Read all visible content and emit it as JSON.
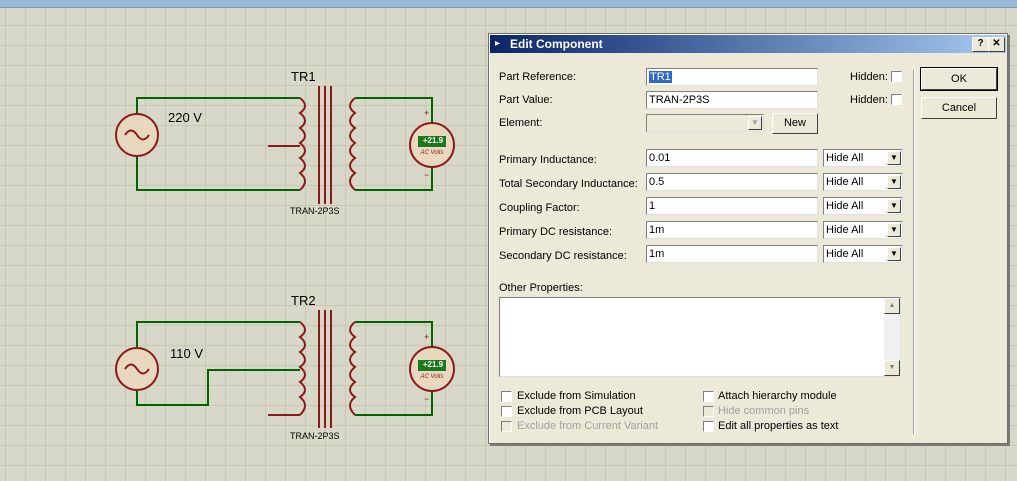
{
  "schematic": {
    "circuits": [
      {
        "ref": "TR1",
        "source_label": "220 V",
        "part": "TRAN-2P3S",
        "meter_value": "+21.9",
        "meter_unit": "AC Volts"
      },
      {
        "ref": "TR2",
        "source_label": "110 V",
        "part": "TRAN-2P3S",
        "meter_value": "+21.9",
        "meter_unit": "AC Volts"
      }
    ],
    "plus": "+",
    "minus": "−"
  },
  "dialog": {
    "title": "Edit Component",
    "help_label": "?",
    "close_label": "✕",
    "part_reference": {
      "label": "Part Reference:",
      "value": "TR1",
      "hidden_label": "Hidden:"
    },
    "part_value": {
      "label": "Part Value:",
      "value": "TRAN-2P3S",
      "hidden_label": "Hidden:"
    },
    "element": {
      "label": "Element:",
      "value": "",
      "new_label": "New"
    },
    "properties": [
      {
        "label": "Primary Inductance:",
        "value": "0.01",
        "visibility": "Hide All"
      },
      {
        "label": "Total Secondary Inductance:",
        "value": "0.5",
        "visibility": "Hide All"
      },
      {
        "label": "Coupling Factor:",
        "value": "1",
        "visibility": "Hide All"
      },
      {
        "label": "Primary DC resistance:",
        "value": "1m",
        "visibility": "Hide All"
      },
      {
        "label": "Secondary DC resistance:",
        "value": "1m",
        "visibility": "Hide All"
      }
    ],
    "other_properties_label": "Other Properties:",
    "other_properties_value": "",
    "checkboxes_left": [
      {
        "label": "Exclude from Simulation",
        "enabled": true,
        "checked": false
      },
      {
        "label": "Exclude from PCB Layout",
        "enabled": true,
        "checked": false
      },
      {
        "label": "Exclude from Current Variant",
        "enabled": false,
        "checked": false
      }
    ],
    "checkboxes_right": [
      {
        "label": "Attach hierarchy module",
        "enabled": true,
        "checked": false
      },
      {
        "label": "Hide common pins",
        "enabled": false,
        "checked": false
      },
      {
        "label": "Edit all properties as text",
        "enabled": true,
        "checked": false
      }
    ],
    "ok_label": "OK",
    "cancel_label": "Cancel"
  },
  "colors": {
    "wire": "#006400",
    "component": "#8b1a1a",
    "meter_display": "#1a7a1a",
    "title_bar": "#0a246a"
  }
}
